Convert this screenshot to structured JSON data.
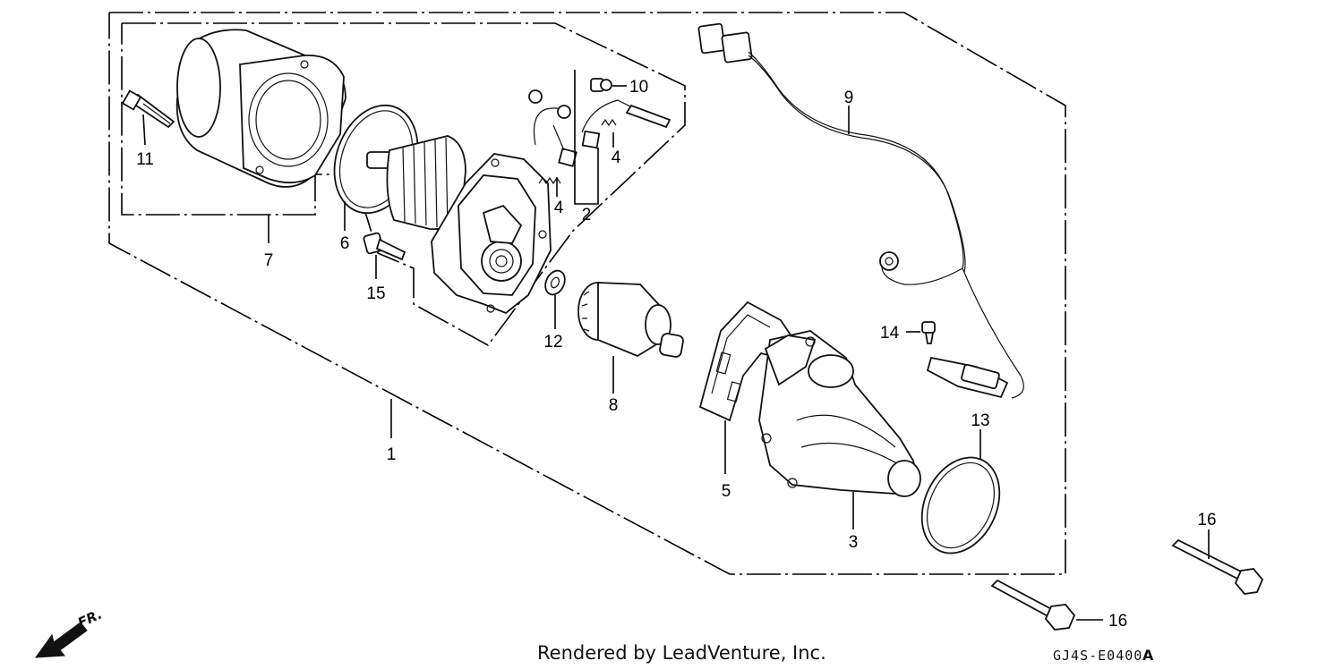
{
  "callouts": {
    "p1": "1",
    "p2": "2",
    "p3": "3",
    "p4a": "4",
    "p4b": "4",
    "p5": "5",
    "p6": "6",
    "p7": "7",
    "p8": "8",
    "p9": "9",
    "p10": "10",
    "p11": "11",
    "p12": "12",
    "p13": "13",
    "p14": "14",
    "p15": "15",
    "p16a": "16",
    "p16b": "16"
  },
  "footer": {
    "rendered_by": "Rendered by LeadVenture, Inc.",
    "diagram_code": "GJ4S-E0400",
    "diagram_code_suffix": "A"
  },
  "front_arrow_label": "FR.",
  "colors": {
    "ink": "#000000",
    "background": "#ffffff"
  }
}
